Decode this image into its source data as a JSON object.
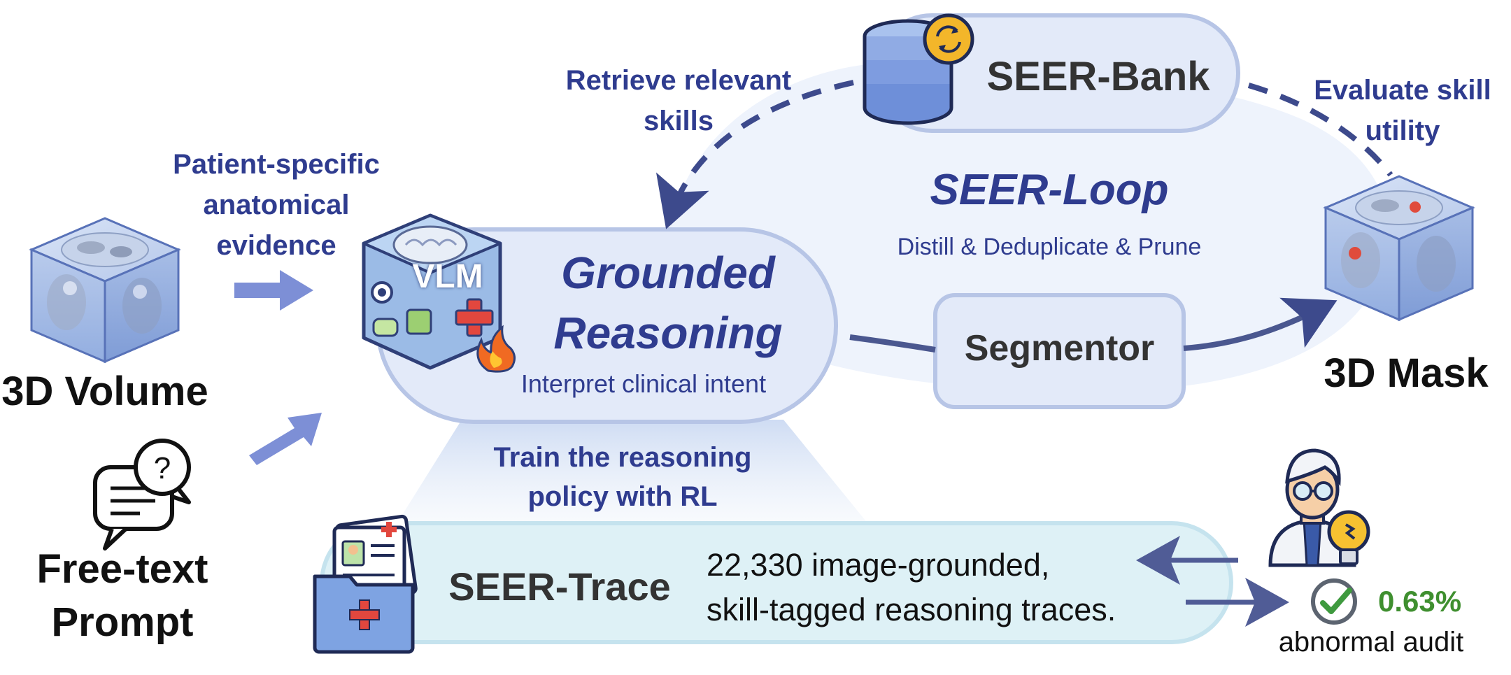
{
  "inputs": {
    "volume_label": "3D Volume",
    "prompt_label": "Free-text\nPrompt",
    "evidence_label": "Patient-specific\nanatomical\nevidence"
  },
  "reasoning": {
    "vlm_label": "VLM",
    "title": "Grounded\nReasoning",
    "subtitle": "Interpret clinical intent"
  },
  "bank": {
    "title": "SEER-Bank",
    "retrieve_label": "Retrieve relevant\nskills",
    "evaluate_label": "Evaluate skill\nutility"
  },
  "loop": {
    "title": "SEER-Loop",
    "subtitle": "Distill & Deduplicate & Prune"
  },
  "segmentor": {
    "title": "Segmentor"
  },
  "output": {
    "mask_label": "3D Mask"
  },
  "trace": {
    "train_label": "Train the reasoning\npolicy with RL",
    "title": "SEER-Trace",
    "description": "22,330 image-grounded,\nskill-tagged reasoning traces."
  },
  "audit": {
    "percent": "0.63%",
    "label": "abnormal audit"
  },
  "colors": {
    "accent_blue": "#2f3c8f",
    "arrow_blue": "#7d8fd6",
    "node_fill": "#e3eaf9",
    "node_stroke": "#b7c5e6",
    "trace_fill": "#def1f6",
    "audit_green": "#3f8f2f"
  }
}
